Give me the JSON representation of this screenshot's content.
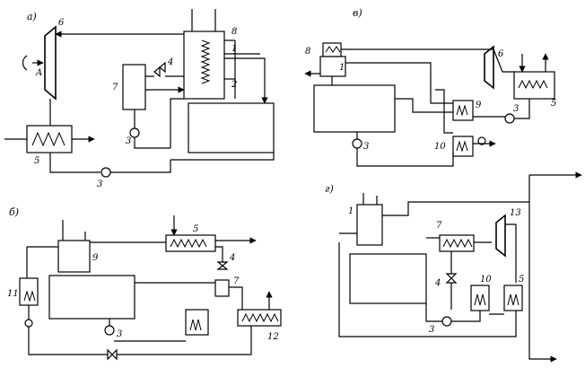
{
  "panels": {
    "a": {
      "label": "a)",
      "numbers": [
        "6",
        "8",
        "1",
        "4",
        "7",
        "2",
        "3",
        "5",
        "3"
      ]
    },
    "v": {
      "label": "в)",
      "numbers": [
        "8",
        "1",
        "6",
        "9",
        "3",
        "5",
        "10",
        "3"
      ]
    },
    "b": {
      "label": "б)",
      "numbers": [
        "5",
        "9",
        "4",
        "7",
        "11",
        "3",
        "12"
      ]
    },
    "g": {
      "label": "г)",
      "numbers": [
        "1",
        "7",
        "13",
        "4",
        "10",
        "5",
        "3"
      ]
    }
  }
}
